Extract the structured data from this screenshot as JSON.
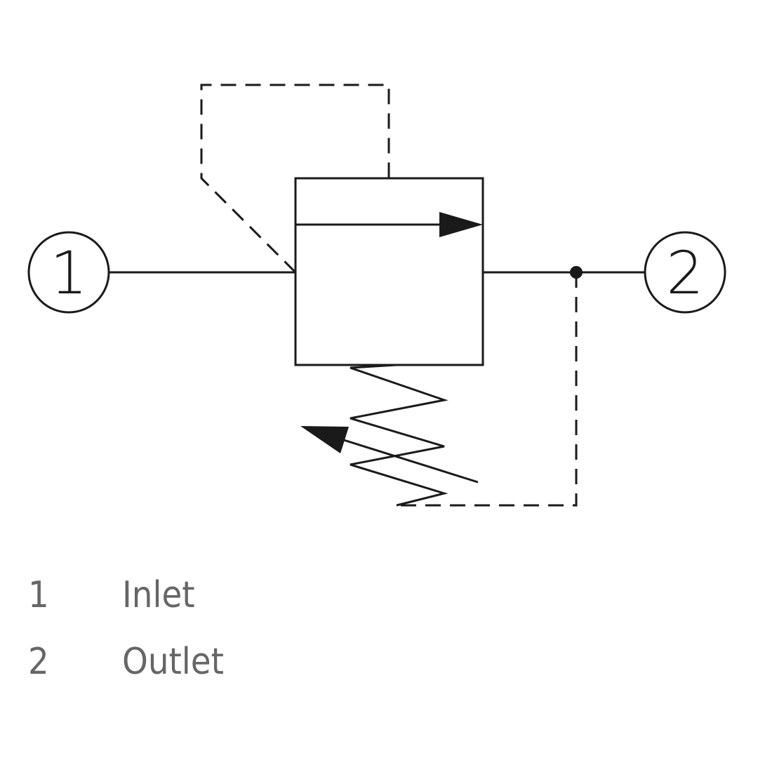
{
  "diagram": {
    "ports": [
      {
        "id": "1",
        "label": "1"
      },
      {
        "id": "2",
        "label": "2"
      }
    ]
  },
  "legend": {
    "items": [
      {
        "number": "1",
        "text": "Inlet"
      },
      {
        "number": "2",
        "text": "Outlet"
      }
    ]
  },
  "colors": {
    "line": "#1a1a1a",
    "legend_text": "#666666",
    "background": "#ffffff"
  }
}
